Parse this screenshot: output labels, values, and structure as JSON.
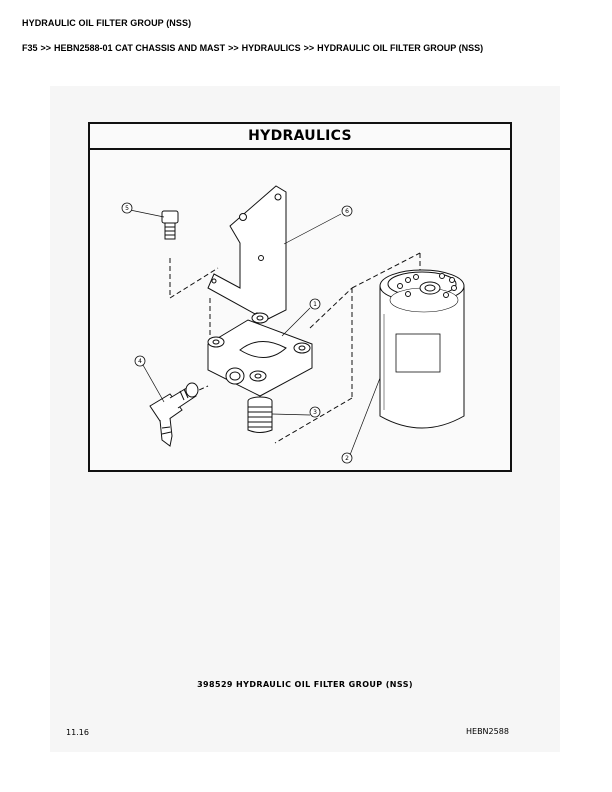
{
  "page": {
    "title": "HYDRAULIC OIL FILTER GROUP (NSS)",
    "breadcrumb": [
      "F35",
      "HEBN2588-01 CAT CHASSIS AND MAST",
      "HYDRAULICS",
      "HYDRAULIC OIL FILTER GROUP (NSS)"
    ],
    "breadcrumb_separator": ">>"
  },
  "figure": {
    "header": "HYDRAULICS",
    "callouts": [
      "1",
      "2",
      "3",
      "4",
      "5",
      "6"
    ],
    "caption": "398529 HYDRAULIC OIL FILTER GROUP (NSS)",
    "page_number": "11.16",
    "document_code": "HEBN2588"
  }
}
